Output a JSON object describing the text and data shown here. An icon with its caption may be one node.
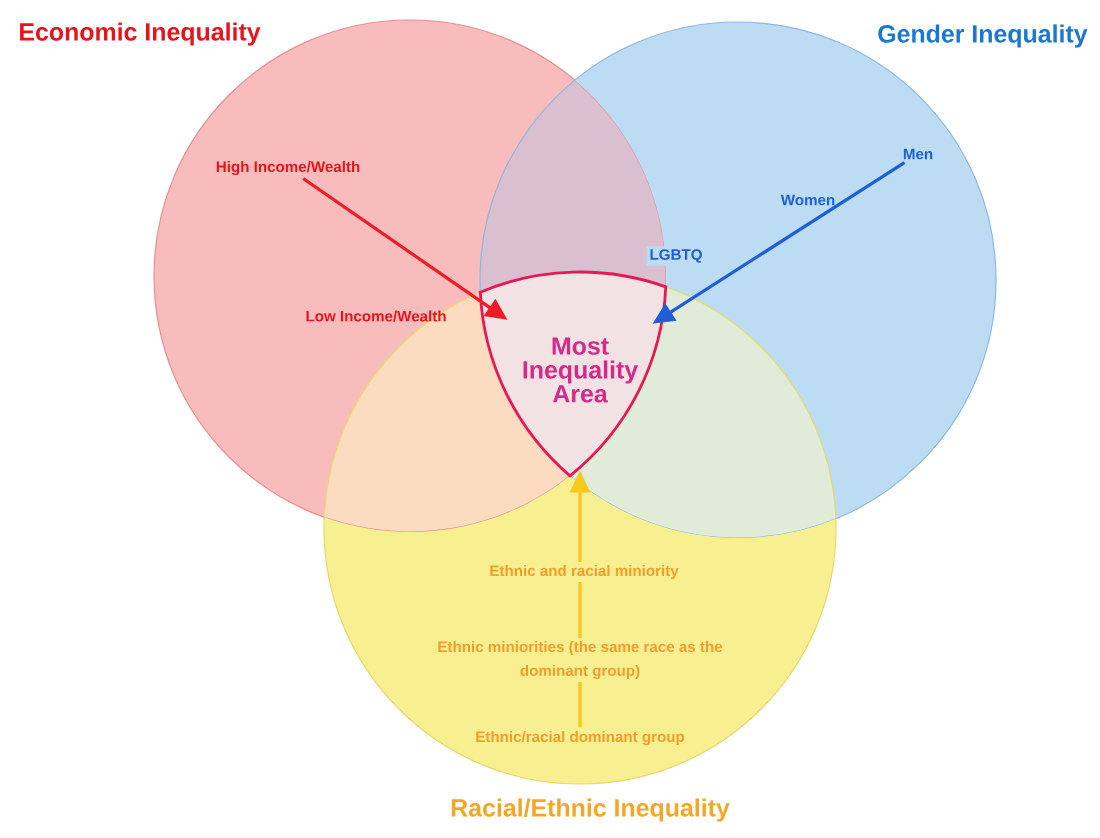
{
  "diagram": {
    "nodes": [
      {
        "text": [
          "Economic Inequality"
        ]
      },
      {
        "text": [
          "Gender Inequality"
        ]
      },
      {
        "text": [
          "Racial/Ethnic Inequality"
        ]
      },
      {
        "text": [
          "Most Inequality Area"
        ]
      },
      {
        "text": [
          "High Income/Wealth"
        ],
        "in": 0
      },
      {
        "text": [
          "Men"
        ],
        "in": 1
      },
      {
        "text": [
          "Ethnic/racial dominant group"
        ],
        "in": 2
      }
    ],
    "edges": [
      {
        "from": 4,
        "to": 3,
        "arrow": "to",
        "color": "#ee1c25"
      },
      {
        "from": 5,
        "to": 3,
        "arrow": "to",
        "color": "#1f5fd6"
      },
      {
        "from": 6,
        "to": 3,
        "arrow": "to",
        "color": "#f7c81e"
      }
    ],
    "labels": [
      "Low Income/Wealth",
      "Women",
      "LGBTQ",
      "Ethnic and racial miniority",
      "Ethnic miniorities (the same race as the dominant group)"
    ]
  }
}
